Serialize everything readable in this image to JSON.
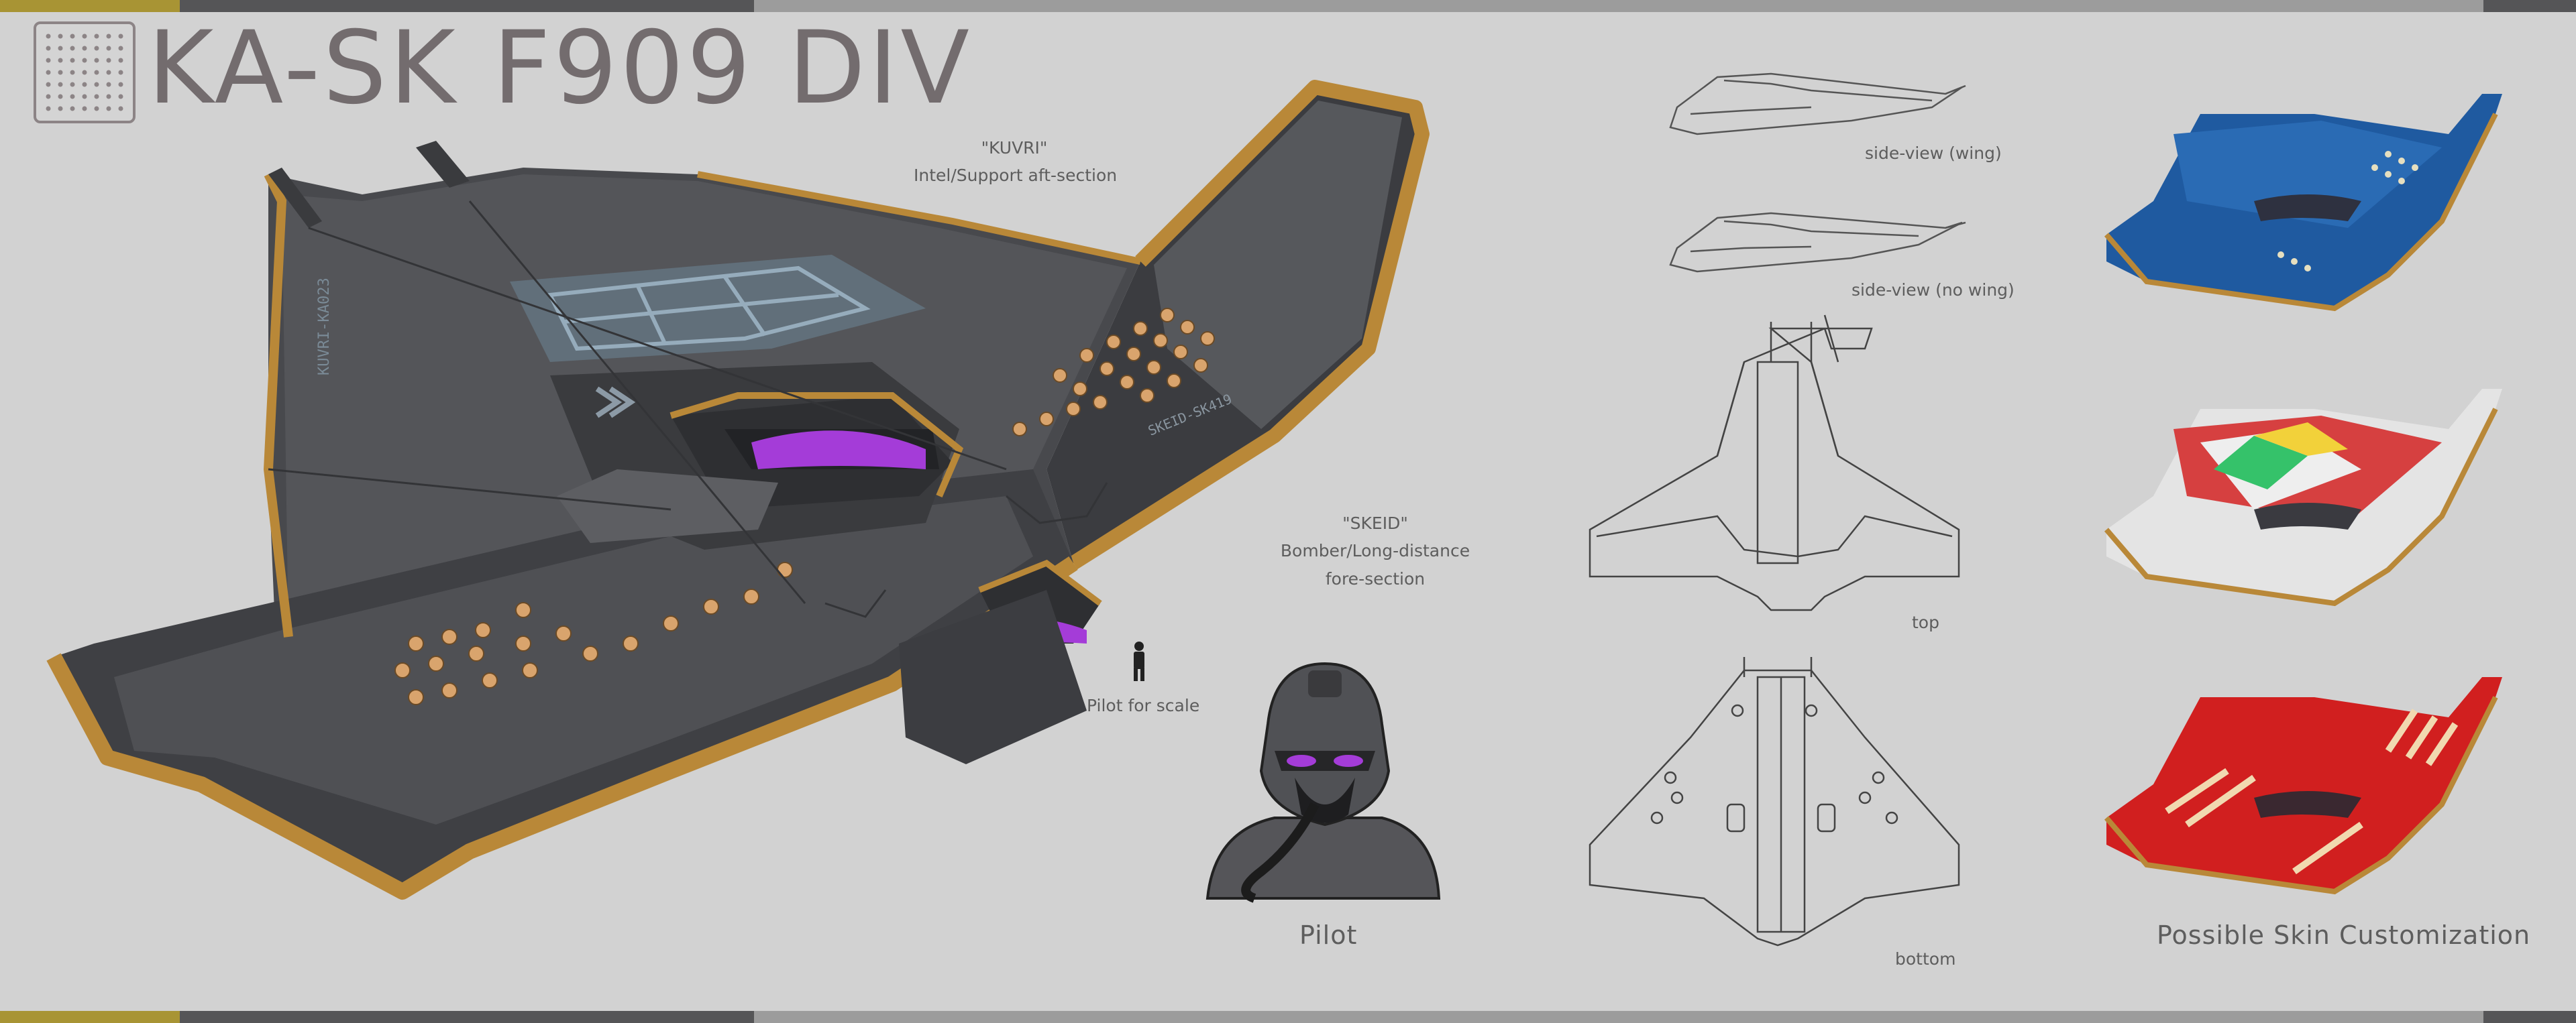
{
  "title": "KA-SK F909 DIV",
  "labels": {
    "kuvri_name": "\"KUVRI\"",
    "kuvri_role": "Intel/Support aft-section",
    "skeid_name": "\"SKEID\"",
    "skeid_role": "Bomber/Long-distance",
    "skeid_section": "fore-section",
    "pilot_scale": "Pilot for scale",
    "pilot": "Pilot",
    "side_wing": "side-view (wing)",
    "side_nowing": "side-view (no wing)",
    "top": "top",
    "bottom": "bottom",
    "skins": "Possible Skin Customization"
  },
  "hull_markings": {
    "aft": "KUVRI-KA023",
    "fore": "SKEID-SK419"
  },
  "colors": {
    "background": "#d2d2d2",
    "hull": "#4a4b4e",
    "trim_gold": "#b98838",
    "canopy_purple": "#a43cd8",
    "skin_blue": "#1f5aa0",
    "skin_white": "#e4e4e4",
    "skin_red": "#d11f1f"
  },
  "icons": [
    "logo-grid-icon"
  ]
}
